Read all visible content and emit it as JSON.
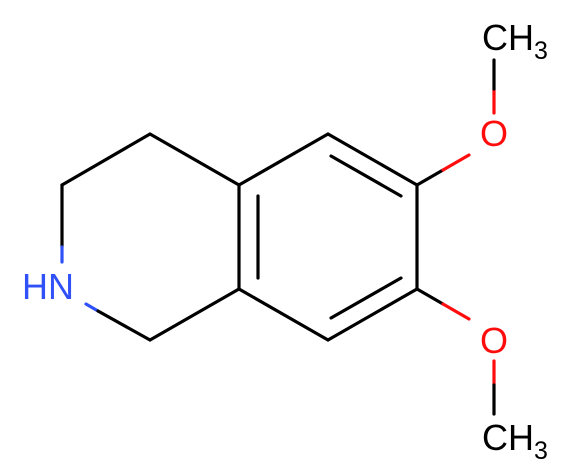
{
  "molecule": {
    "atoms": {
      "nitrogen": {
        "label": "HN",
        "color": "#3050f8"
      },
      "oxygen_top": {
        "label": "O",
        "color": "#ff0d0d"
      },
      "oxygen_bottom": {
        "label": "O",
        "color": "#ff0d0d"
      },
      "methyl_top": {
        "label": "CH",
        "subscript": "3",
        "color": "#000000"
      },
      "methyl_bottom": {
        "label": "CH",
        "subscript": "3",
        "color": "#000000"
      }
    },
    "bond_color": "#000000"
  }
}
